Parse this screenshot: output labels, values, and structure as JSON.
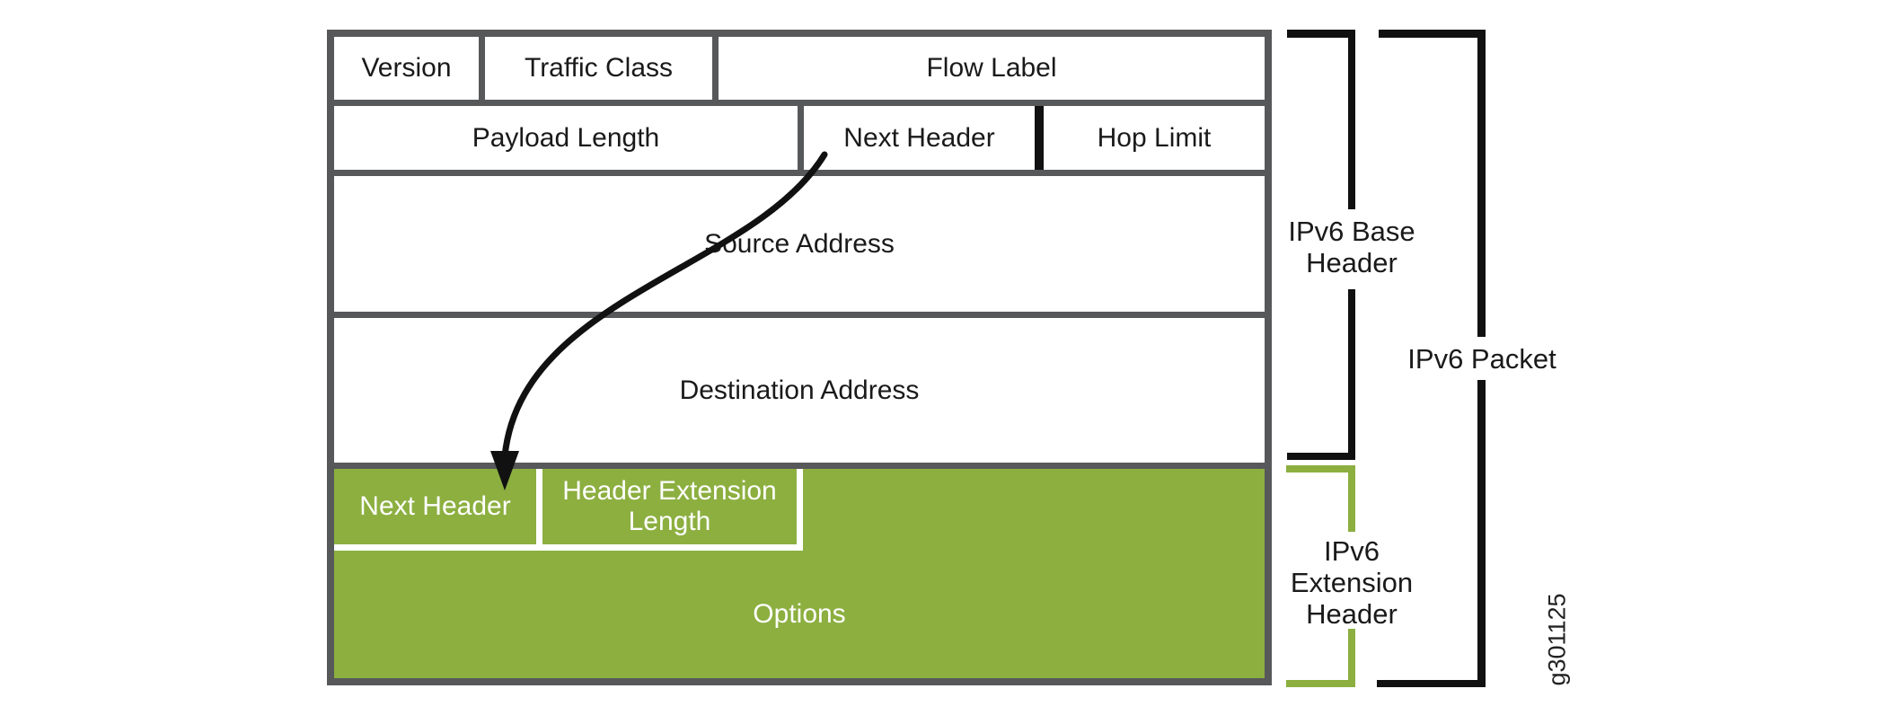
{
  "figure": {
    "base_header_fields": {
      "version": "Version",
      "traffic_class": "Traffic Class",
      "flow_label": "Flow Label",
      "payload_length": "Payload Length",
      "next_header": "Next Header",
      "hop_limit": "Hop Limit",
      "source_address": "Source Address",
      "destination_address": "Destination Address"
    },
    "extension_header_fields": {
      "next_header": "Next Header",
      "header_extension_length": "Header Extension Length",
      "header_extension_length_lines": [
        "Header Extension",
        "Length"
      ],
      "options": "Options"
    },
    "brackets": {
      "base_header": {
        "label": "IPv6 Base Header",
        "lines": [
          "IPv6 Base",
          "Header"
        ]
      },
      "packet": {
        "label": "IPv6 Packet"
      },
      "extension_header": {
        "label": "IPv6 Extension Header",
        "lines": [
          "IPv6",
          "Extension",
          "Header"
        ]
      }
    },
    "figure_id": "g301125",
    "colors": {
      "extension_green": "#8CAF40",
      "grid_gray": "#57585A",
      "bracket_black": "#111111",
      "text_dark": "#1A1A1A",
      "text_on_green": "#FFFFFF"
    }
  }
}
